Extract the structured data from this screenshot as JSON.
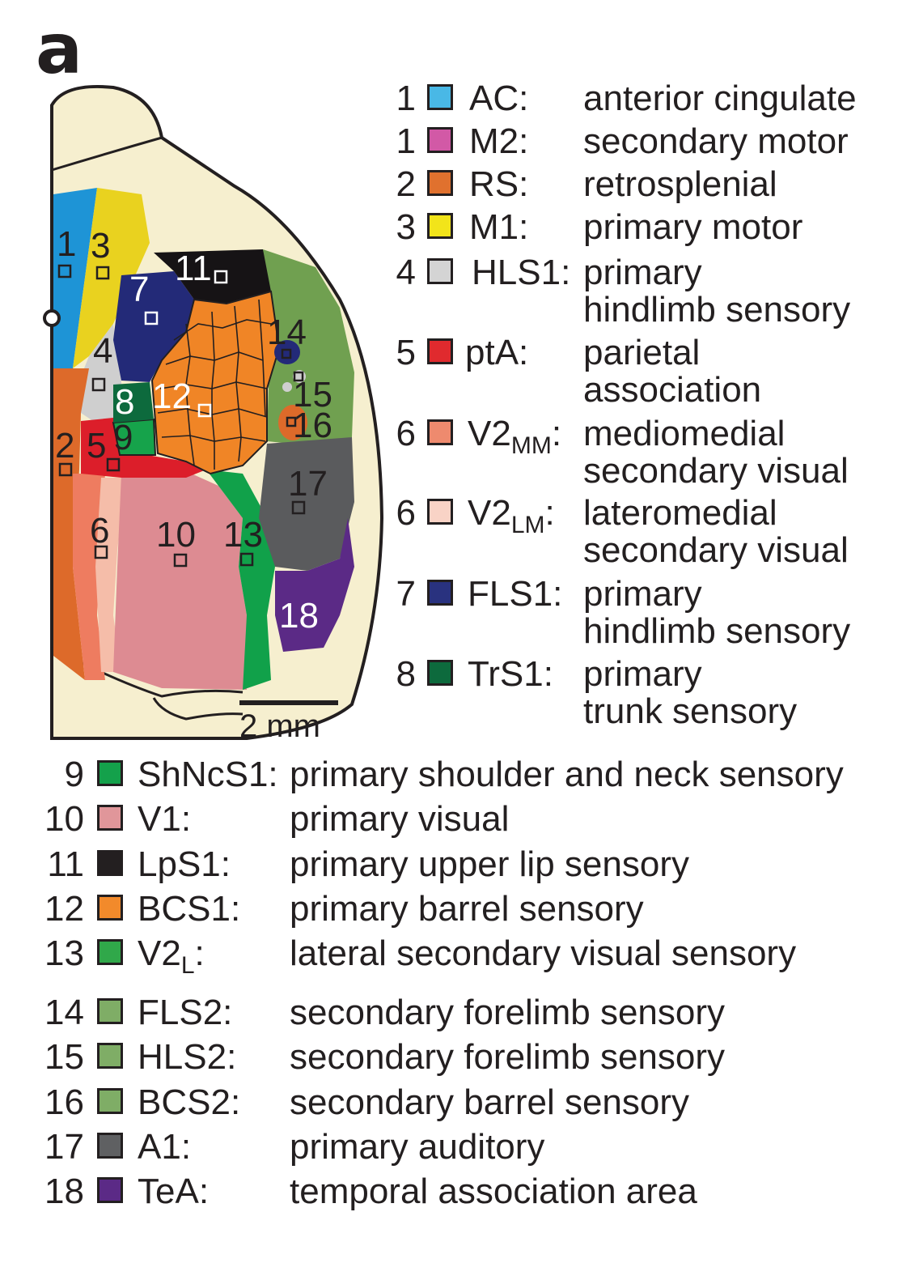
{
  "panel_label": "a",
  "scale_bar": {
    "label": "2 mm"
  },
  "regions": [
    {
      "num": "1",
      "abbr": "AC",
      "sub": "",
      "desc1": "anterior cingulate",
      "desc2": "",
      "color": "#49b8e6"
    },
    {
      "num": "1",
      "abbr": "M2",
      "sub": "",
      "desc1": "secondary motor",
      "desc2": "",
      "color": "#d259a6"
    },
    {
      "num": "2",
      "abbr": "RS",
      "sub": "",
      "desc1": "retrosplenial",
      "desc2": "",
      "color": "#e0712e"
    },
    {
      "num": "3",
      "abbr": "M1",
      "sub": "",
      "desc1": "primary motor",
      "desc2": "",
      "color": "#f2e41a"
    },
    {
      "num": "4",
      "abbr": "HLS1",
      "sub": "",
      "desc1": "primary",
      "desc2": "hindlimb sensory",
      "color": "#d4d4d4"
    },
    {
      "num": "5",
      "abbr": "ptA",
      "sub": "",
      "desc1": "parietal",
      "desc2": "association",
      "color": "#e02a2e"
    },
    {
      "num": "6",
      "abbr": "V2",
      "sub": "MM",
      "desc1": "mediomedial",
      "desc2": "secondary visual",
      "color": "#ee8a6e"
    },
    {
      "num": "6",
      "abbr": "V2",
      "sub": "LM",
      "desc1": "lateromedial",
      "desc2": "secondary visual",
      "color": "#f9d3c6"
    },
    {
      "num": "7",
      "abbr": "FLS1",
      "sub": "",
      "desc1": "primary",
      "desc2": "hindlimb sensory",
      "color": "#29327f"
    },
    {
      "num": "8",
      "abbr": "TrS1",
      "sub": "",
      "desc1": "primary",
      "desc2": "trunk sensory",
      "color": "#0d6a3d"
    },
    {
      "num": "9",
      "abbr": "ShNcS1",
      "sub": "",
      "desc1": "primary shoulder and neck sensory",
      "desc2": "",
      "color": "#14a14b"
    },
    {
      "num": "10",
      "abbr": "V1",
      "sub": "",
      "desc1": "primary visual",
      "desc2": "",
      "color": "#e0969a"
    },
    {
      "num": "11",
      "abbr": "LpS1",
      "sub": "",
      "desc1": "primary upper lip sensory",
      "desc2": "",
      "color": "#231f20"
    },
    {
      "num": "12",
      "abbr": "BCS1",
      "sub": "",
      "desc1": "primary barrel sensory",
      "desc2": "",
      "color": "#f28a2b"
    },
    {
      "num": "13",
      "abbr": "V2",
      "sub": "L",
      "desc1": "lateral secondary visual sensory",
      "desc2": "",
      "color": "#30a84a"
    },
    {
      "num": "14",
      "abbr": "FLS2",
      "sub": "",
      "desc1": "secondary forelimb sensory",
      "desc2": "",
      "color": "#7fad66"
    },
    {
      "num": "15",
      "abbr": "HLS2",
      "sub": "",
      "desc1": "secondary forelimb sensory",
      "desc2": "",
      "color": "#7fad66"
    },
    {
      "num": "16",
      "abbr": "BCS2",
      "sub": "",
      "desc1": "secondary barrel sensory",
      "desc2": "",
      "color": "#7fad66"
    },
    {
      "num": "17",
      "abbr": "A1",
      "sub": "",
      "desc1": "primary auditory",
      "desc2": "",
      "color": "#5f6062"
    },
    {
      "num": "18",
      "abbr": "TeA",
      "sub": "",
      "desc1": "temporal association area",
      "desc2": "",
      "color": "#5b2a86"
    }
  ],
  "map_labels": [
    "1",
    "3",
    "11",
    "7",
    "4",
    "14",
    "8",
    "12",
    "15",
    "16",
    "2",
    "5",
    "9",
    "17",
    "6",
    "10",
    "13",
    "18"
  ]
}
